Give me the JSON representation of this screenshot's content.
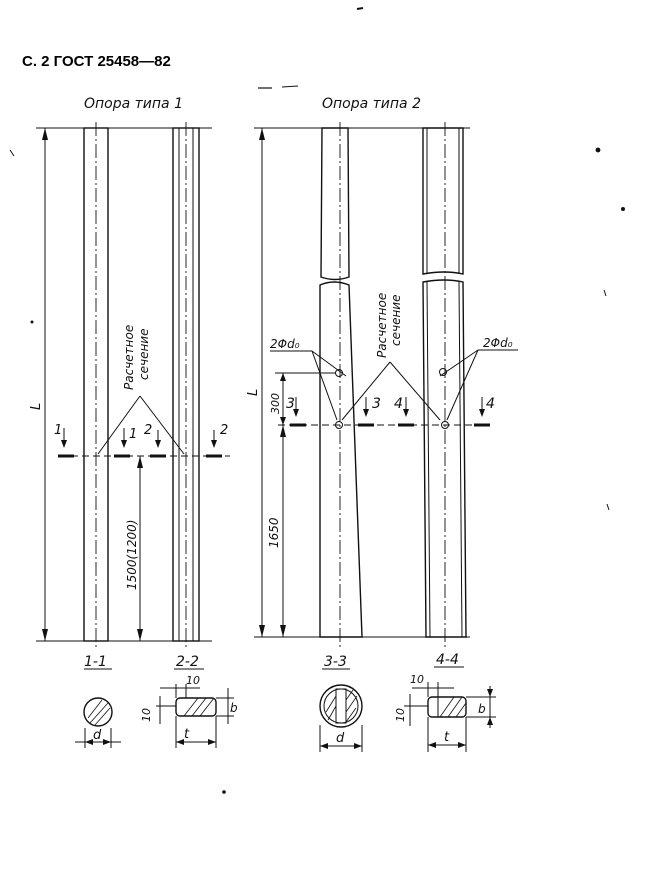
{
  "header": {
    "page_ref": "С. 2 ГОСТ 25458—82"
  },
  "support1": {
    "title": "Опора типа 1",
    "length_label": "L",
    "section_label": "Расчетное сечение",
    "section_label_line1": "Расчетное",
    "section_label_line2": "сечение",
    "dim_height": "1500(1200)",
    "cut1_mark": "1",
    "cut2_mark": "2",
    "section1_title": "1-1",
    "section2_title": "2-2",
    "sec1_dim_d": "d",
    "sec2_dim_top": "10",
    "sec2_dim_side": "10",
    "sec2_dim_b": "b",
    "sec2_dim_t": "t"
  },
  "support2": {
    "title": "Опора типа 2",
    "length_label": "L",
    "section_label_line1": "Расчетное",
    "section_label_line2": "сечение",
    "hole_label_left": "2Φd₀",
    "hole_label_right": "2Φd₀",
    "dim_300": "300",
    "dim_1650": "1650",
    "cut3_mark": "3",
    "cut4_mark": "4",
    "section3_title": "3-3",
    "section4_title": "4-4",
    "sec3_dim_d": "d",
    "sec4_dim_top": "10",
    "sec4_dim_side": "10",
    "sec4_dim_b": "b",
    "sec4_dim_t": "t"
  }
}
